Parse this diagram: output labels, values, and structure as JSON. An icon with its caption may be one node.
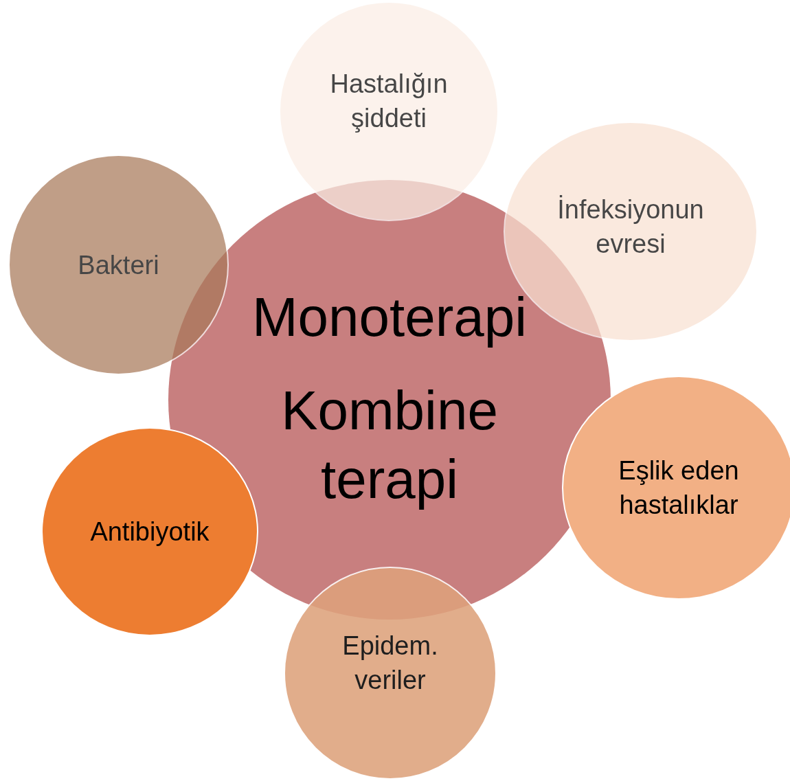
{
  "diagram": {
    "nodes": [
      {
        "text": [
          "Monoterapi",
          "Kombine terapi"
        ]
      },
      {
        "text": [
          "Hastalığın şiddeti"
        ]
      },
      {
        "text": [
          "İnfeksiyonun evresi"
        ]
      },
      {
        "text": [
          "Eşlik eden hastalıklar"
        ]
      },
      {
        "text": [
          "Epidem. veriler"
        ]
      },
      {
        "text": [
          "Antibiyotik"
        ]
      },
      {
        "text": [
          "Bakteri"
        ]
      }
    ]
  }
}
